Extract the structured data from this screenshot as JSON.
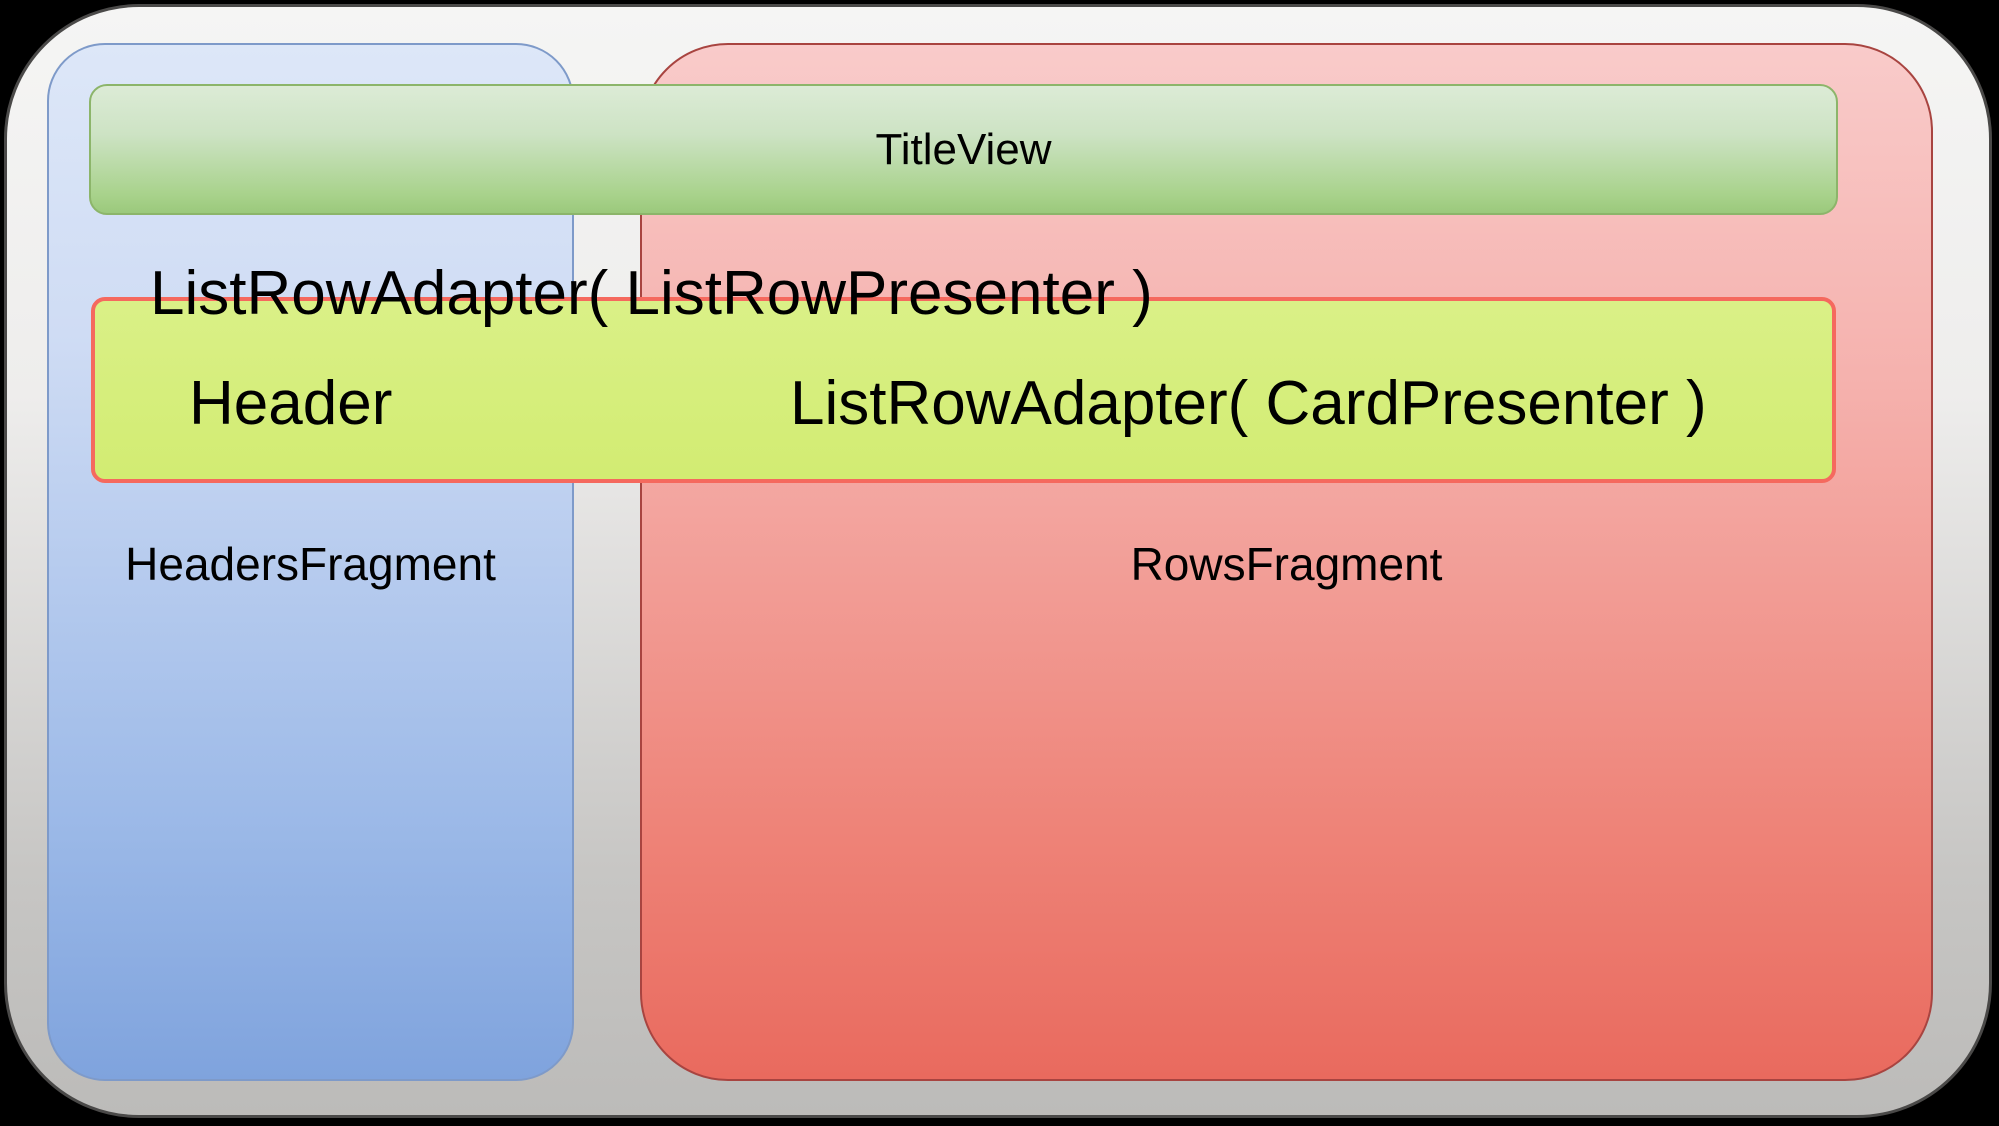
{
  "diagram": {
    "title_view": {
      "label": "TitleView"
    },
    "headers_fragment": {
      "label": "HeadersFragment"
    },
    "rows_fragment": {
      "label": "RowsFragment"
    },
    "list_row_adapter_caption": "ListRowAdapter( ListRowPresenter )",
    "header_row": {
      "header_label": "Header",
      "card_adapter_label": "ListRowAdapter( CardPresenter )"
    },
    "colors": {
      "frame-top": "#f5f5f4",
      "frame-bottom": "#bcbbb9",
      "frame-border": "#4a4948",
      "headers-top": "#dde7f8",
      "headers-bottom": "#7fa3dd",
      "headers-border": "#7e9ac9",
      "rows-top": "#f9cbca",
      "rows-bottom": "#e96a5e",
      "rows-border": "#a84440",
      "title-top": "#dcebd6",
      "title-bottom": "#9bc97c",
      "title-border": "#8cb56a",
      "row-top": "#daf087",
      "row-bottom": "#d2ec72",
      "row-border": "#f5695e",
      "text": "#000000",
      "background": "#000000"
    }
  }
}
